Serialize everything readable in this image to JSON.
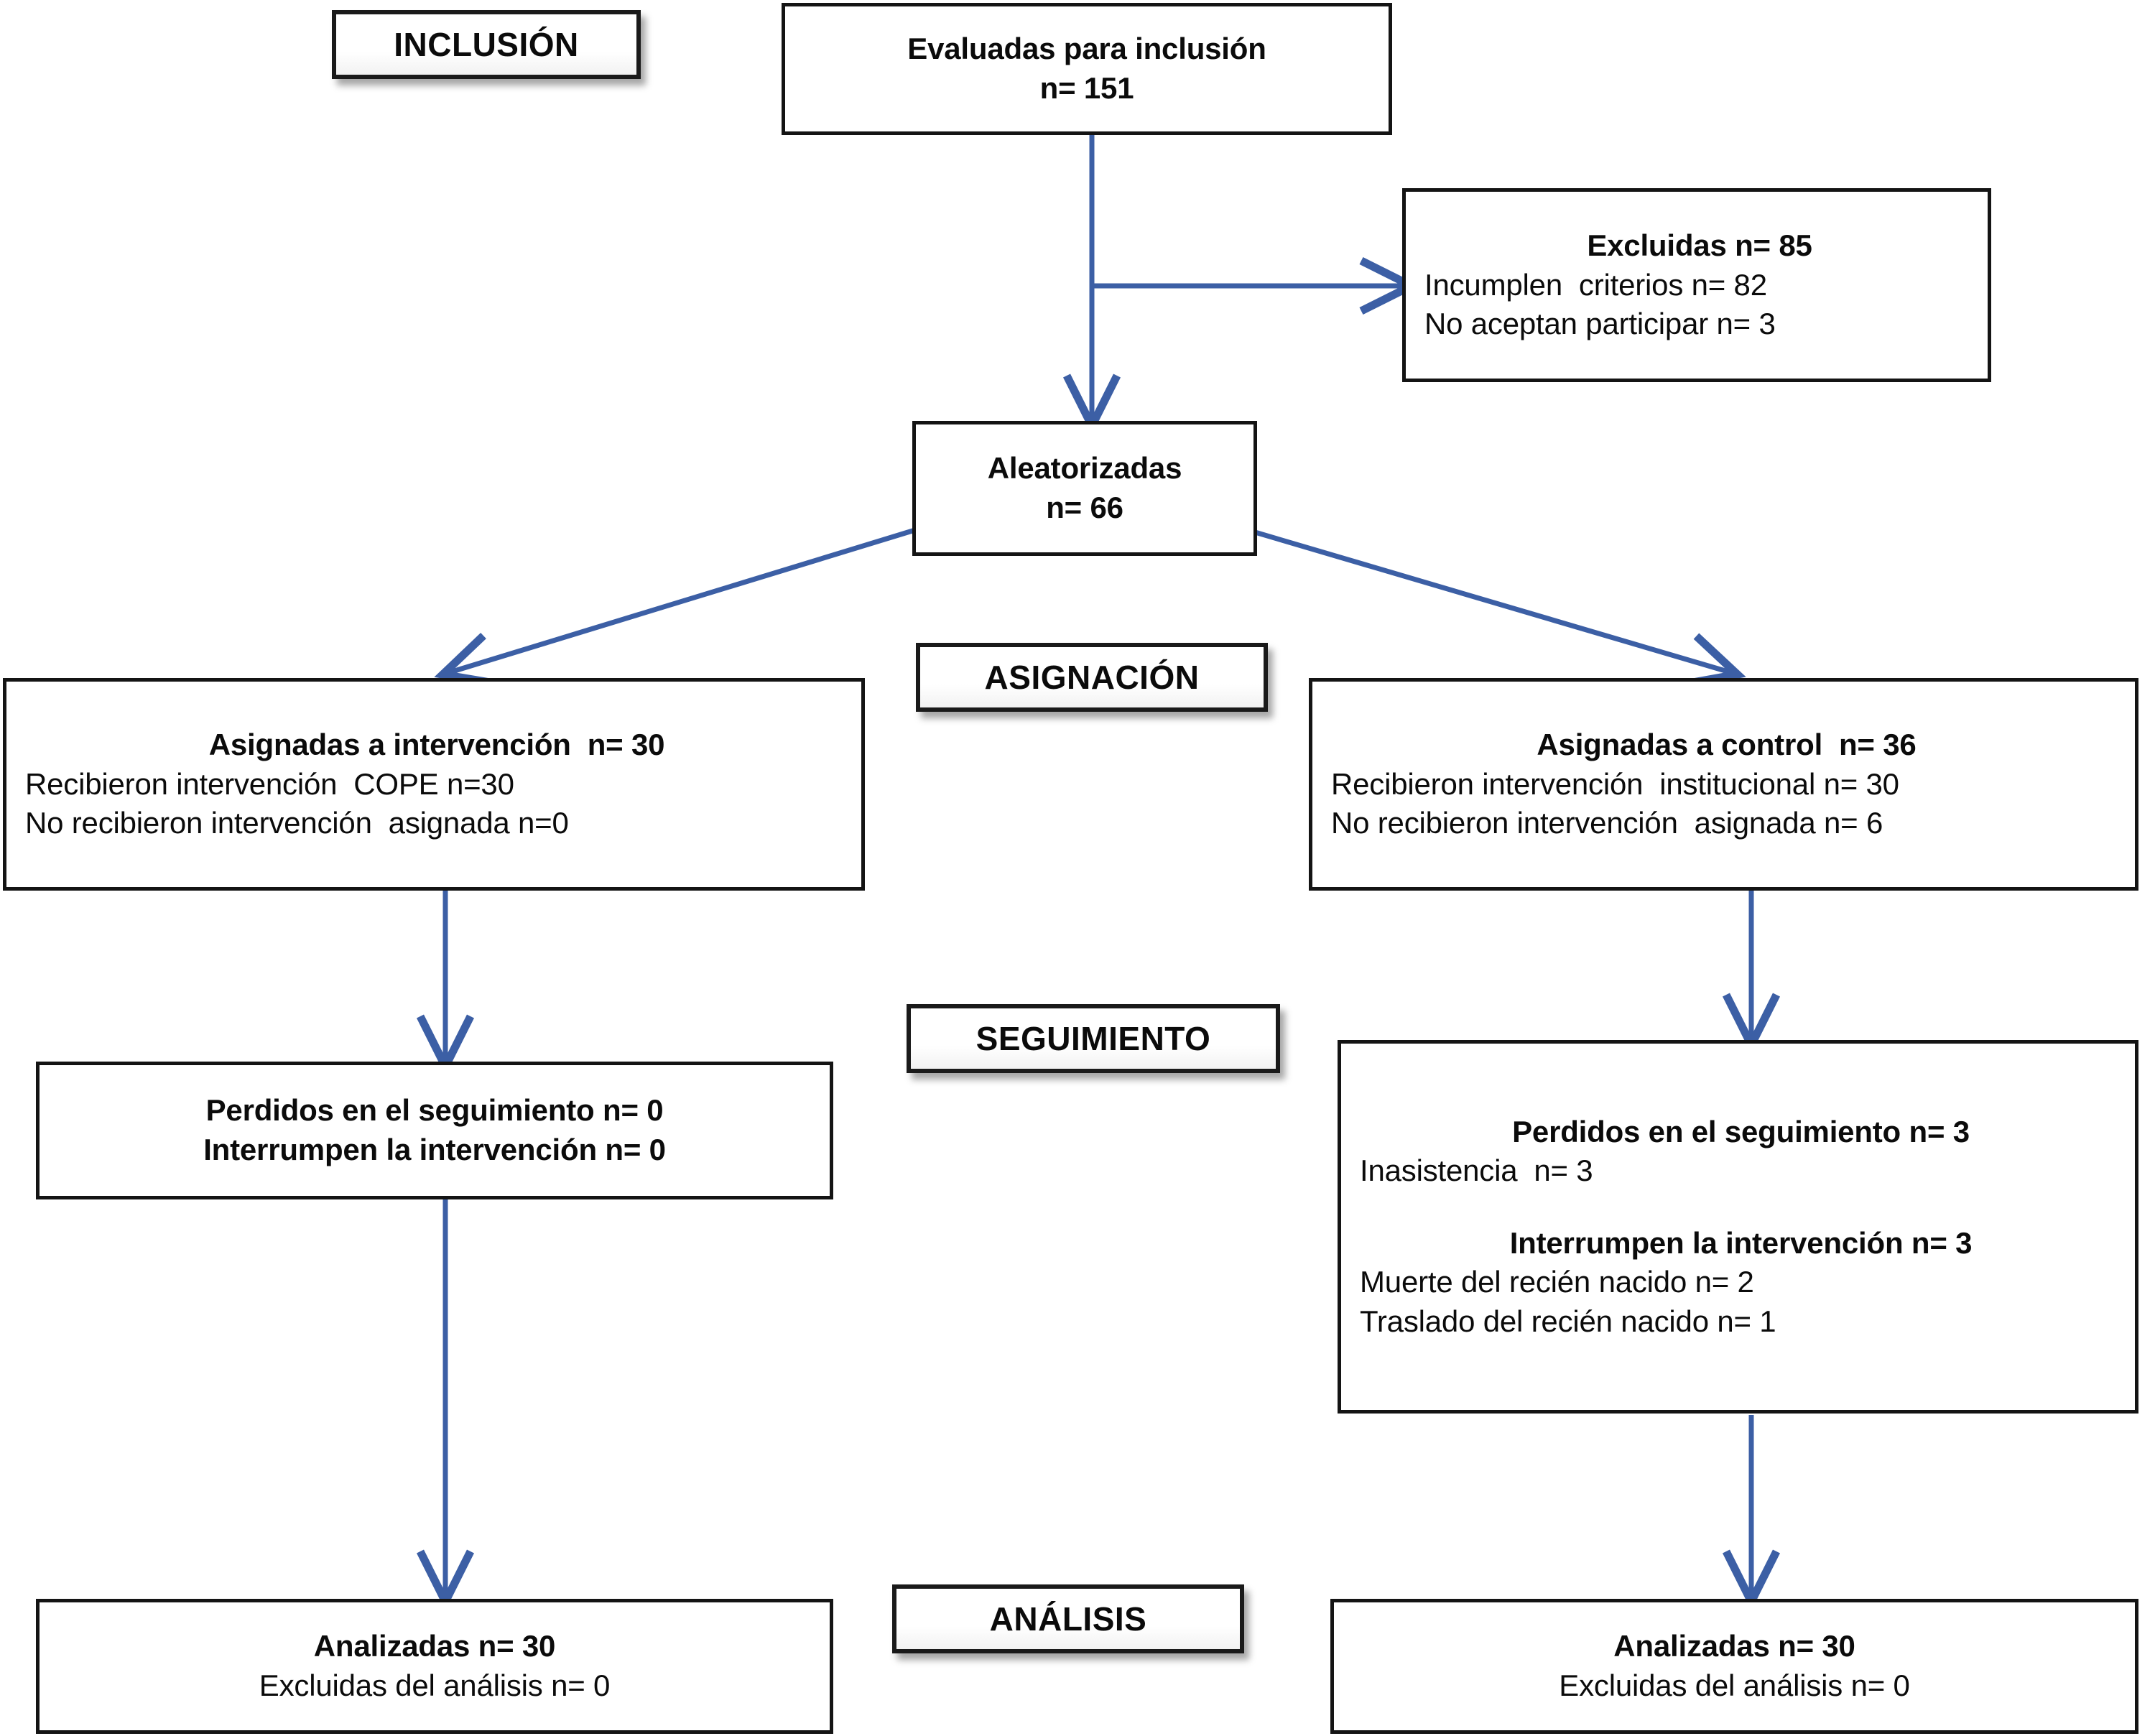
{
  "diagram": {
    "title": "Diagrama de flujo CONSORT",
    "arrow_color": "#3c5fa5",
    "box_border_color": "#141414",
    "background": "#ffffff"
  },
  "stages": [
    {
      "id": "inclusion",
      "label": "INCLUSIÓN"
    },
    {
      "id": "asignacion",
      "label": "ASIGNACIÓN"
    },
    {
      "id": "seguimiento",
      "label": "SEGUIMIENTO"
    },
    {
      "id": "analisis",
      "label": "ANÁLISIS"
    }
  ],
  "boxes": {
    "assessed": {
      "name": "evaluadas-para-inclusion",
      "lines": [
        {
          "text": "Evaluadas para inclusión",
          "bold": true,
          "align": "center"
        },
        {
          "text": "n= 151",
          "bold": true,
          "align": "center"
        }
      ]
    },
    "excluded": {
      "name": "excluidas",
      "lines": [
        {
          "text": "Excluidas n= 85",
          "bold": true,
          "align": "center"
        },
        {
          "text": "Incumplen  criterios n= 82",
          "bold": false,
          "align": "left"
        },
        {
          "text": "No aceptan participar n= 3",
          "bold": false,
          "align": "left"
        }
      ]
    },
    "randomized": {
      "name": "aleatorizadas",
      "lines": [
        {
          "text": "Aleatorizadas",
          "bold": true,
          "align": "center"
        },
        {
          "text": "n= 66",
          "bold": true,
          "align": "center"
        }
      ]
    },
    "allocated_intervention": {
      "name": "asignadas-a-intervencion",
      "lines": [
        {
          "text": "Asignadas a intervención  n= 30",
          "bold": true,
          "align": "center"
        },
        {
          "text": "Recibieron intervención  COPE n=30",
          "bold": false,
          "align": "left"
        },
        {
          "text": "No recibieron intervención  asignada n=0",
          "bold": false,
          "align": "left"
        }
      ]
    },
    "allocated_control": {
      "name": "asignadas-a-control",
      "lines": [
        {
          "text": "Asignadas a control  n= 36",
          "bold": true,
          "align": "center"
        },
        {
          "text": "Recibieron intervención  institucional n= 30",
          "bold": false,
          "align": "left"
        },
        {
          "text": "No recibieron intervención  asignada n= 6",
          "bold": false,
          "align": "left"
        }
      ]
    },
    "followup_intervention": {
      "name": "seguimiento-intervencion",
      "lines": [
        {
          "text": "Perdidos en el seguimiento n= 0",
          "bold": true,
          "align": "center"
        },
        {
          "text": "Interrumpen la intervención n= 0",
          "bold": true,
          "align": "center"
        }
      ]
    },
    "followup_control": {
      "name": "seguimiento-control",
      "lines": [
        {
          "text": "Perdidos en el seguimiento n= 3",
          "bold": true,
          "align": "center"
        },
        {
          "text": "Inasistencia  n= 3",
          "bold": false,
          "align": "left"
        },
        {
          "text": "",
          "bold": false,
          "align": "left",
          "spacer": true
        },
        {
          "text": "Interrumpen la intervención n= 3",
          "bold": true,
          "align": "center"
        },
        {
          "text": "Muerte del recién nacido n= 2",
          "bold": false,
          "align": "left"
        },
        {
          "text": "Traslado del recién nacido n= 1",
          "bold": false,
          "align": "left"
        }
      ]
    },
    "analysed_intervention": {
      "name": "analizadas-intervencion",
      "lines": [
        {
          "text": "Analizadas n= 30",
          "bold": true,
          "align": "center"
        },
        {
          "text": "Excluidas del análisis n= 0",
          "bold": false,
          "align": "center"
        }
      ]
    },
    "analysed_control": {
      "name": "analizadas-control",
      "lines": [
        {
          "text": "Analizadas n= 30",
          "bold": true,
          "align": "center"
        },
        {
          "text": "Excluidas del análisis n= 0",
          "bold": false,
          "align": "center"
        }
      ]
    }
  },
  "chart_data": {
    "type": "diagram",
    "title": "CONSORT flow diagram",
    "nodes": [
      {
        "id": "assessed",
        "label": "Evaluadas para inclusión",
        "n": 151
      },
      {
        "id": "excluded",
        "label": "Excluidas",
        "n": 85,
        "reasons": [
          {
            "label": "Incumplen criterios",
            "n": 82
          },
          {
            "label": "No aceptan participar",
            "n": 3
          }
        ]
      },
      {
        "id": "randomized",
        "label": "Aleatorizadas",
        "n": 66
      },
      {
        "id": "allocated_intervention",
        "label": "Asignadas a intervención",
        "n": 30,
        "detail": [
          {
            "label": "Recibieron intervención COPE",
            "n": 30
          },
          {
            "label": "No recibieron intervención asignada",
            "n": 0
          }
        ]
      },
      {
        "id": "allocated_control",
        "label": "Asignadas a control",
        "n": 36,
        "detail": [
          {
            "label": "Recibieron intervención institucional",
            "n": 30
          },
          {
            "label": "No recibieron intervención asignada",
            "n": 6
          }
        ]
      },
      {
        "id": "followup_intervention",
        "label": "Perdidos en el seguimiento",
        "n": 0,
        "detail": [
          {
            "label": "Interrumpen la intervención",
            "n": 0
          }
        ]
      },
      {
        "id": "followup_control",
        "label": "Perdidos en el seguimiento",
        "n": 3,
        "detail": [
          {
            "label": "Inasistencia",
            "n": 3
          },
          {
            "label": "Interrumpen la intervención",
            "n": 3
          },
          {
            "label": "Muerte del recién nacido",
            "n": 2
          },
          {
            "label": "Traslado del recién nacido",
            "n": 1
          }
        ]
      },
      {
        "id": "analysed_intervention",
        "label": "Analizadas",
        "n": 30,
        "detail": [
          {
            "label": "Excluidas del análisis",
            "n": 0
          }
        ]
      },
      {
        "id": "analysed_control",
        "label": "Analizadas",
        "n": 30,
        "detail": [
          {
            "label": "Excluidas del análisis",
            "n": 0
          }
        ]
      }
    ],
    "edges": [
      {
        "from": "assessed",
        "to": "excluded",
        "type": "elbow-right"
      },
      {
        "from": "assessed",
        "to": "randomized",
        "type": "vertical"
      },
      {
        "from": "randomized",
        "to": "allocated_intervention",
        "type": "diagonal-left"
      },
      {
        "from": "randomized",
        "to": "allocated_control",
        "type": "diagonal-right"
      },
      {
        "from": "allocated_intervention",
        "to": "followup_intervention",
        "type": "vertical"
      },
      {
        "from": "allocated_control",
        "to": "followup_control",
        "type": "vertical"
      },
      {
        "from": "followup_intervention",
        "to": "analysed_intervention",
        "type": "vertical"
      },
      {
        "from": "followup_control",
        "to": "analysed_control",
        "type": "vertical"
      }
    ]
  }
}
